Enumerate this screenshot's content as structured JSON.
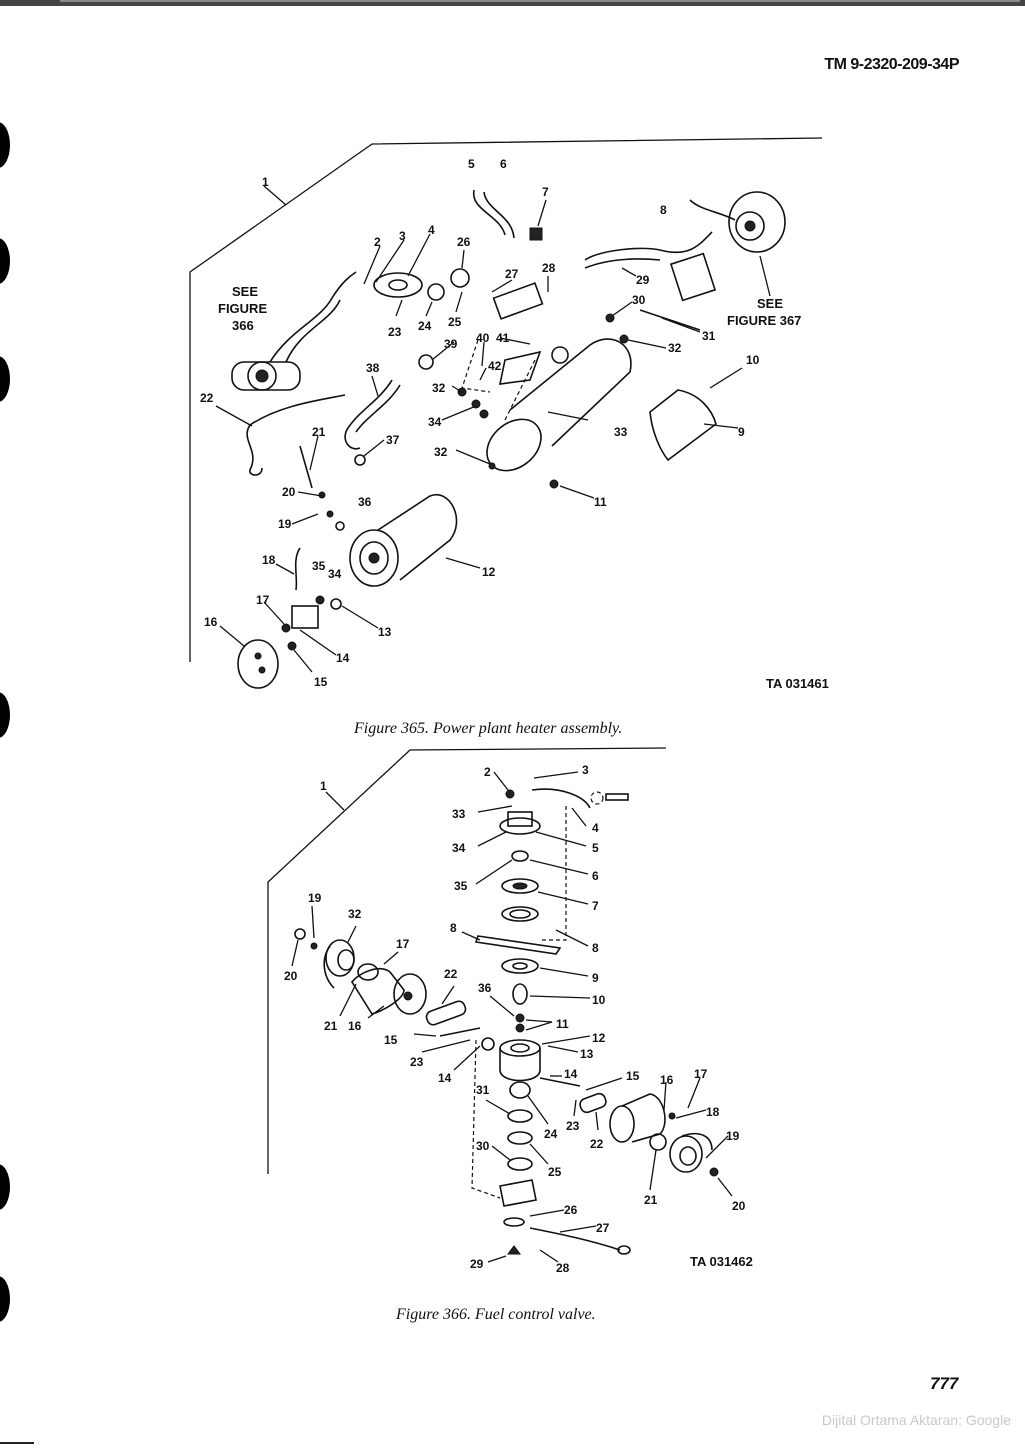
{
  "header": {
    "doc_id": "TM 9-2320-209-34P"
  },
  "figure365": {
    "caption": "Figure 365. Power plant heater assembly.",
    "ta_number": "TA 031461",
    "see_left": [
      "SEE",
      "FIGURE",
      "366"
    ],
    "see_right": [
      "SEE",
      "FIGURE 367"
    ],
    "callouts": [
      "1",
      "2",
      "3",
      "4",
      "5",
      "6",
      "7",
      "8",
      "9",
      "10",
      "11",
      "12",
      "13",
      "14",
      "15",
      "16",
      "17",
      "18",
      "19",
      "20",
      "21",
      "22",
      "23",
      "24",
      "25",
      "26",
      "27",
      "28",
      "29",
      "30",
      "31",
      "32",
      "33",
      "34",
      "35",
      "36",
      "37",
      "38",
      "39",
      "40",
      "41",
      "42"
    ]
  },
  "figure366": {
    "caption": "Figure 366. Fuel control valve.",
    "ta_number": "TA 031462",
    "callouts": [
      "1",
      "2",
      "3",
      "4",
      "5",
      "6",
      "7",
      "8",
      "9",
      "10",
      "11",
      "12",
      "13",
      "14",
      "15",
      "16",
      "17",
      "18",
      "19",
      "20",
      "21",
      "22",
      "23",
      "24",
      "25",
      "26",
      "27",
      "28",
      "29",
      "30",
      "31",
      "32",
      "33",
      "34",
      "35",
      "36"
    ]
  },
  "footer": {
    "page_number": "777",
    "watermark": "Dijital Ortama Aktaran: Google"
  }
}
